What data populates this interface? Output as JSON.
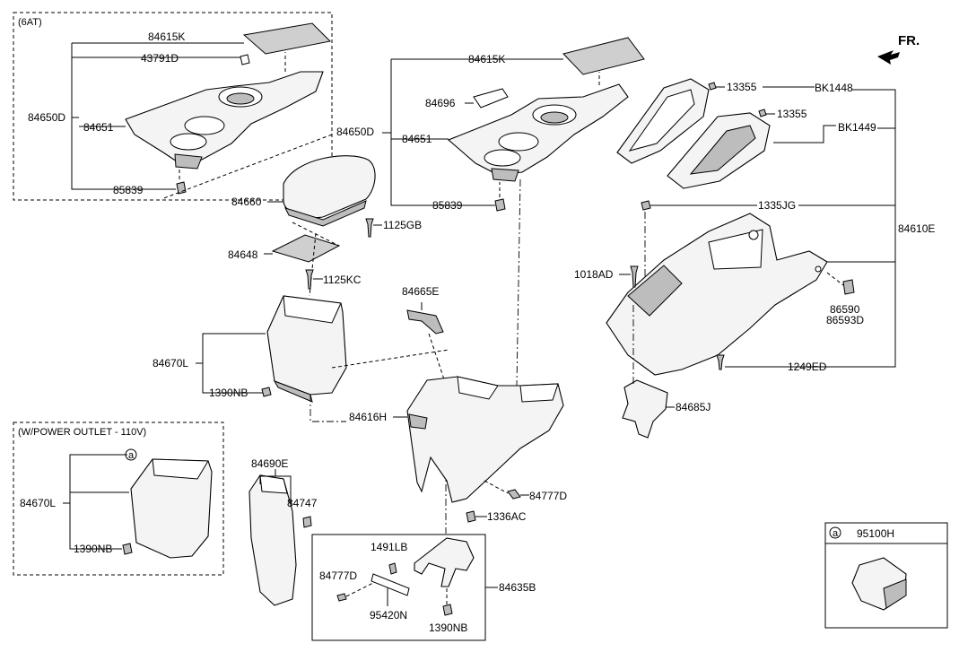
{
  "arrow_label": "FR.",
  "boxes": {
    "six_at": "(6AT)",
    "power_outlet": "(W/POWER OUTLET - 110V)"
  },
  "legend": {
    "marker": "a",
    "part": "95100H"
  },
  "labels": {
    "k84615_a": "84615K",
    "k43791": "43791D",
    "k84650_a": "84650D",
    "k84651_a": "84651",
    "k85839_a": "85839",
    "k84615_b": "84615K",
    "k84696": "84696",
    "k84650_b": "84650D",
    "k84651_b": "84651",
    "k85839_b": "85839",
    "k84660": "84660",
    "k1125gb": "1125GB",
    "k84648": "84648",
    "k1125kc": "1125KC",
    "k84670_a": "84670L",
    "k1390_a": "1390NB",
    "k84665": "84665E",
    "k84616": "84616H",
    "k84670_b": "84670L",
    "k1390_b": "1390NB",
    "k84690": "84690E",
    "k84747": "84747",
    "k84777_a": "84777D",
    "k1336": "1336AC",
    "k1491": "1491LB",
    "k84777_b": "84777D",
    "k84635": "84635B",
    "k95420": "95420N",
    "k1390_c": "1390NB",
    "k13355_a": "13355",
    "kbk1448": "BK1448",
    "k13355_b": "13355",
    "kbk1449": "BK1449",
    "k1335": "1335JG",
    "k84610": "84610E",
    "k1018": "1018AD",
    "k86590": "86590",
    "k86593": "86593D",
    "k1249": "1249ED",
    "k84685": "84685J",
    "callout_a": "a"
  }
}
